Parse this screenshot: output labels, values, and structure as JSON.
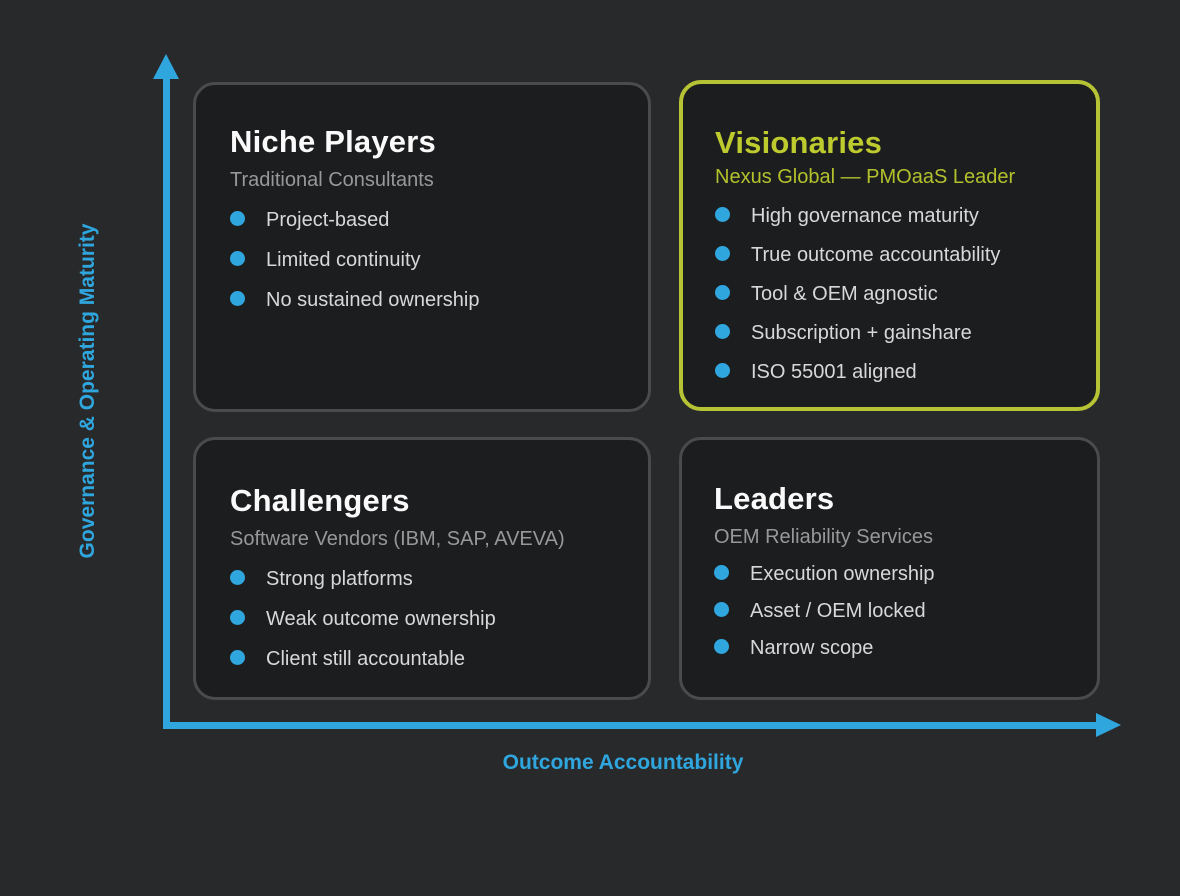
{
  "colors": {
    "background": "#28292b",
    "card_background": "#1c1d1f",
    "card_border_gray": "#4a4b4d",
    "highlight_yellow": "#bdcb2e",
    "accent_blue": "#2fa6de",
    "title_white": "#fafafa",
    "subtitle_gray": "#97989a",
    "bullet_text_gray": "#d8d8d9"
  },
  "axes": {
    "y_label": "Governance & Operating Maturity",
    "x_label": "Outcome Accountability"
  },
  "quadrants": [
    {
      "position": "top-left",
      "highlighted": false,
      "title": "Niche Players",
      "subtitle": "Traditional Consultants",
      "bullets": [
        "Project-based",
        "Limited continuity",
        "No sustained ownership"
      ]
    },
    {
      "position": "top-right",
      "highlighted": true,
      "title": "Visionaries",
      "subtitle": "Nexus Global — PMOaaS Leader",
      "bullets": [
        "High governance maturity",
        "True outcome accountability",
        "Tool & OEM agnostic",
        "Subscription + gainshare",
        "ISO 55001 aligned"
      ]
    },
    {
      "position": "bottom-left",
      "highlighted": false,
      "title": "Challengers",
      "subtitle": "Software Vendors (IBM, SAP, AVEVA)",
      "bullets": [
        "Strong platforms",
        "Weak outcome ownership",
        "Client still accountable"
      ]
    },
    {
      "position": "bottom-right",
      "highlighted": false,
      "title": "Leaders",
      "subtitle": "OEM Reliability Services",
      "bullets": [
        "Execution ownership",
        "Asset / OEM locked",
        "Narrow scope"
      ]
    }
  ]
}
